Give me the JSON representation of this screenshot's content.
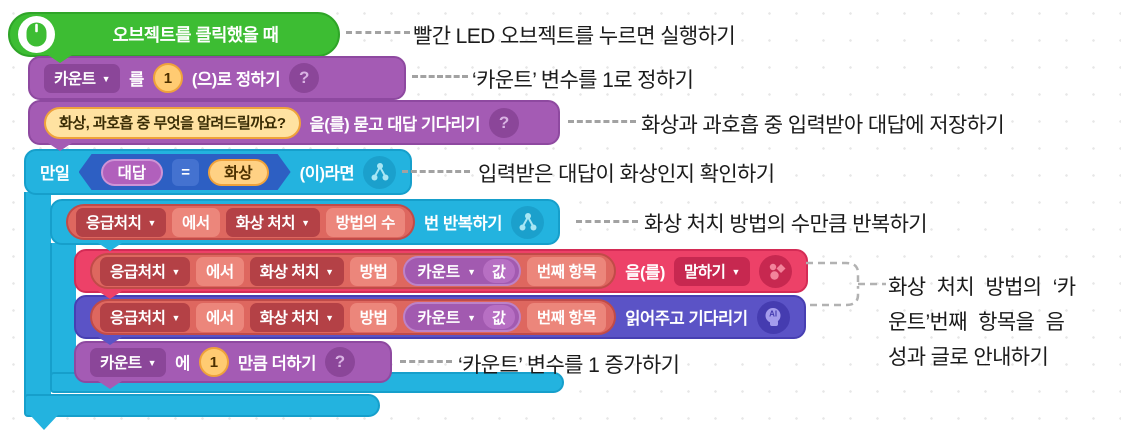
{
  "colors": {
    "start_green": "#3DBD33",
    "variable_purple": "#A45BB4",
    "flow_cyan": "#23B3DF",
    "speak_crimson": "#ED4168",
    "ai_indigo": "#5B53C6",
    "list_capsule_red": "#DE675F",
    "value_orange": "#FFCB72",
    "condition_blue": "#2D5FC3",
    "annotation_text": "#1b1b1b",
    "connector_gray": "#a2a2a2"
  },
  "icons": {
    "dropdown": "▼",
    "question_mark": "?",
    "ai_label": "AI"
  },
  "script": {
    "hat": {
      "label": "오브젝트를 클릭했을 때"
    },
    "set_var": {
      "variable": "카운트",
      "particle": "를",
      "value": "1",
      "suffix": "(으)로 정하기"
    },
    "ask": {
      "question": "화상, 과호흡 중 무엇을 알려드릴까요?",
      "suffix": "을(를) 묻고 대답 기다리기"
    },
    "if_block": {
      "prefix": "만일",
      "left": "대답",
      "operator": "=",
      "right": "화상",
      "suffix": "(이)라면"
    },
    "repeat": {
      "suffix": "번 반복하기"
    },
    "list_item": {
      "list": "응급처치",
      "in": "에서",
      "group": "화상 처치",
      "count": "방법의 수",
      "method": "방법",
      "variable": "카운트",
      "value": "값",
      "item": "번째 항목"
    },
    "say": {
      "object_particle": "을(를)",
      "action": "말하기"
    },
    "read": {
      "action": "읽어주고 기다리기"
    },
    "add_var": {
      "variable": "카운트",
      "particle": "에",
      "value": "1",
      "suffix": "만큼 더하기"
    }
  },
  "annotations": {
    "hat": "빨간 LED 오브젝트를 누르면 실행하기",
    "set_var": "‘카운트’ 변수를 1로 정하기",
    "ask": "화상과 과호흡 중 입력받아 대답에 저장하기",
    "if_block": "입력받은 대답이 화상인지 확인하기",
    "repeat": "화상 처치 방법의 수만큼 반복하기",
    "say_read_line1": "화상 처치 방법의 ‘카",
    "say_read_line2": "운트’번째 항목을 음",
    "say_read_line3": "성과 글로 안내하기",
    "add_var": "‘카운트’ 변수를 1 증가하기"
  }
}
